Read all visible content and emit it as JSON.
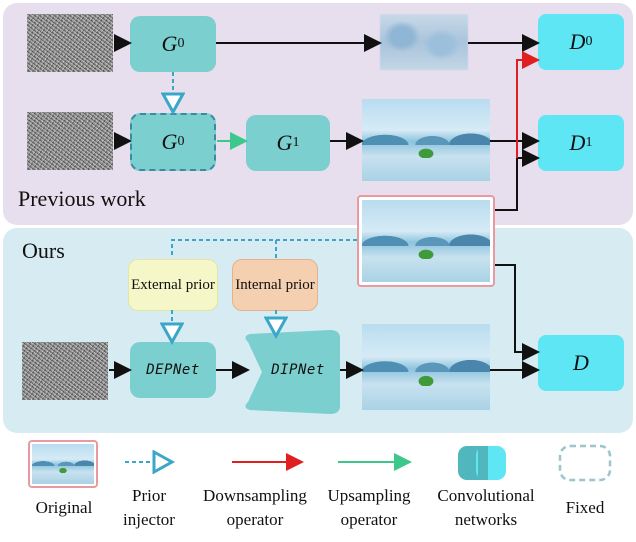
{
  "panels": {
    "previous_label": "Previous work",
    "ours_label": "Ours"
  },
  "nodes": {
    "g0_top": {
      "base": "G",
      "sub": "0"
    },
    "g0_fixed": {
      "base": "G",
      "sub": "0"
    },
    "g1": {
      "base": "G",
      "sub": "1"
    },
    "d0": {
      "base": "D",
      "sub": "0"
    },
    "d1": {
      "base": "D",
      "sub": "1"
    },
    "d": {
      "base": "D",
      "sub": ""
    },
    "depnet": "DEPNet",
    "dipnet": "DIPNet"
  },
  "priors": {
    "external": "External prior",
    "internal": "Internal prior"
  },
  "legend": {
    "original": "Original",
    "prior_injector": "Prior injector",
    "downsampling": "Downsampling operator",
    "upsampling": "Upsampling operator",
    "convolutional": "Convolutional networks",
    "fixed": "Fixed"
  },
  "colors": {
    "node": "#7ccfcf",
    "discriminator": "#5fe6f5",
    "external_prior_fill": "#f5f7c8",
    "internal_prior_fill": "#f4cfb0",
    "downsampling_arrow": "#e02020",
    "upsampling_arrow": "#3cc88c",
    "prior_injector": "#3aa7c8"
  }
}
